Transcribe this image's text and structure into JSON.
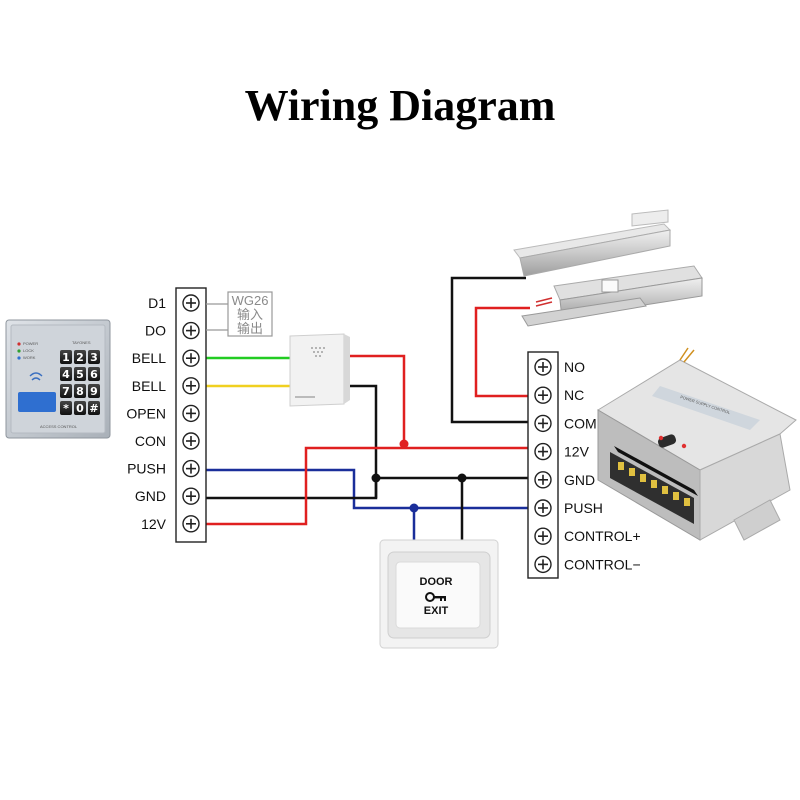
{
  "title": "Wiring Diagram",
  "left_terminals": [
    "D1",
    "DO",
    "BELL",
    "BELL",
    "OPEN",
    "CON",
    "PUSH",
    "GND",
    "12V"
  ],
  "right_terminals": [
    "NO",
    "NC",
    "COM",
    "12V",
    "GND",
    "PUSH",
    "CONTROL+",
    "CONTROL−"
  ],
  "wiegand": {
    "label": "WG26",
    "line1": "输入",
    "line2": "输出"
  },
  "exit_button": {
    "line1": "DOOR",
    "line2": "EXIT"
  },
  "keypad": {
    "brand": "TAYONES",
    "footer": "ACCESS CONTROL",
    "indicators": [
      "POWER",
      "LOCK",
      "WORK"
    ],
    "keys": [
      "1",
      "2",
      "3",
      "4",
      "5",
      "6",
      "7",
      "8",
      "9",
      "*",
      "0",
      "#"
    ]
  },
  "power_supply": {
    "label": "POWER SUPPLY CONTROL"
  },
  "colors": {
    "red": "#e02020",
    "green": "#22cc22",
    "yellow": "#f0d020",
    "black": "#111111",
    "blue": "#1a2e9a",
    "plate": "#c8c8c8"
  }
}
